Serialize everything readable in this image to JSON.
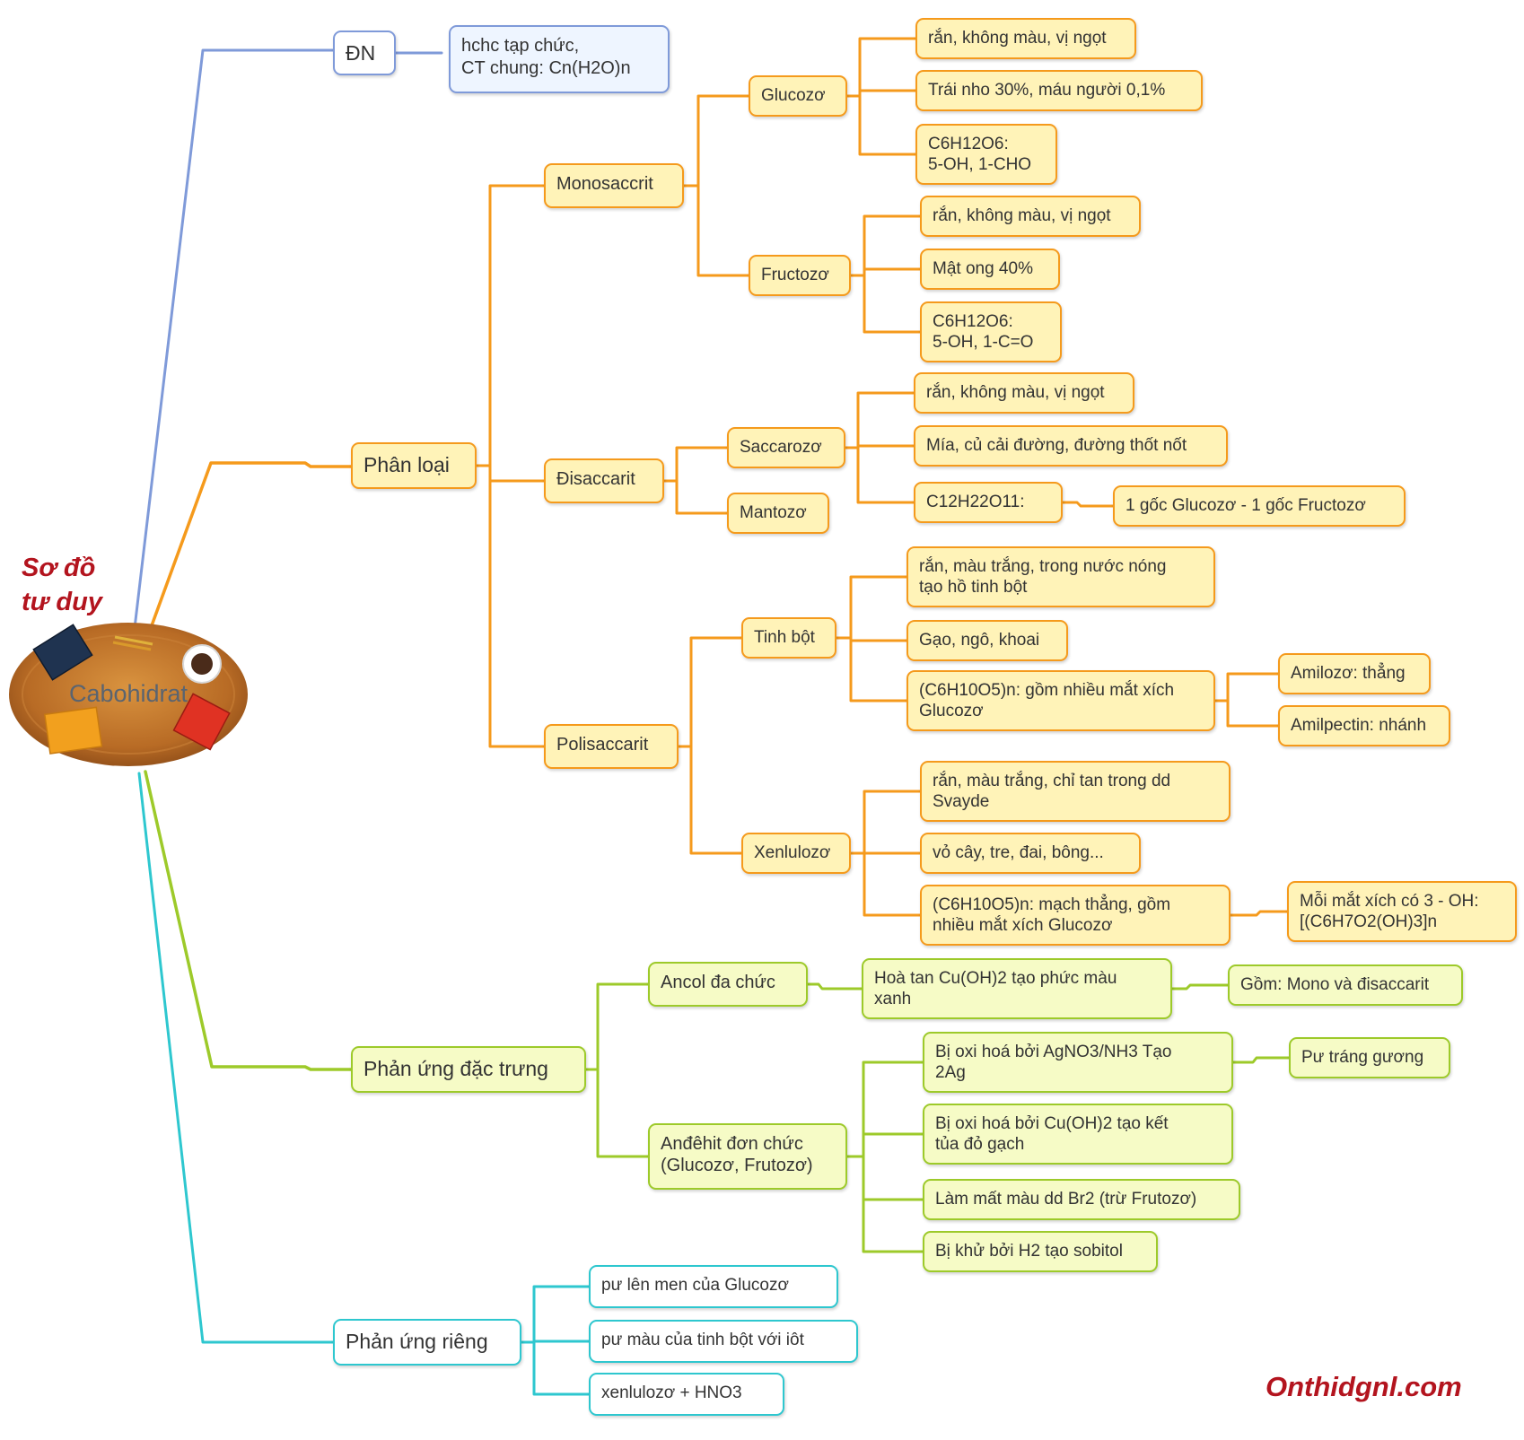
{
  "title": "Sơ đồ\ntư duy",
  "brand": "Onthidgnl.com",
  "center": "Cabohidrat",
  "colors": {
    "definition": "#7f9ad9",
    "classification": "#f59a1c",
    "reaction": "#9dca2a",
    "special": "#2ec7cf"
  },
  "definition": {
    "label": "ĐN",
    "text": "hchc tạp chức,\nCT chung: Cn(H2O)n"
  },
  "classification": {
    "label": "Phân loại",
    "mono": {
      "label": "Monosaccrit",
      "glucozo": {
        "label": "Glucozơ",
        "items": [
          "rắn, không màu, vị ngọt",
          "Trái nho 30%, máu người 0,1%",
          "C6H12O6:\n5-OH, 1-CHO"
        ]
      },
      "fructozo": {
        "label": "Fructozơ",
        "items": [
          "rắn, không màu, vị ngọt",
          "Mật ong 40%",
          "C6H12O6:\n5-OH, 1-C=O"
        ]
      }
    },
    "di": {
      "label": "Đisaccarit",
      "saccarozo": {
        "label": "Saccarozơ",
        "items": [
          "rắn, không màu, vị ngọt",
          "Mía, củ cải đường, đường thốt nốt",
          "C12H22O11:"
        ],
        "formula_detail": "1 gốc Glucozơ - 1 gốc Fructozơ"
      },
      "mantozo": {
        "label": "Mantozơ"
      }
    },
    "poli": {
      "label": "Polisaccarit",
      "tinhbot": {
        "label": "Tinh bột",
        "items": [
          "rắn, màu trắng, trong nước nóng\ntạo hồ tinh bột",
          "Gạo, ngô, khoai",
          "(C6H10O5)n: gồm nhiều mắt xích\nGlucozơ"
        ],
        "structure": [
          "Amilozơ: thẳng",
          "Amilpectin: nhánh"
        ]
      },
      "xenlulozo": {
        "label": "Xenlulozơ",
        "items": [
          "rắn, màu trắng, chỉ tan trong dd\nSvayde",
          "vỏ cây, tre, đai, bông...",
          "(C6H10O5)n: mạch thẳng, gồm\nnhiều mắt xích Glucozơ"
        ],
        "detail": "Mỗi mắt xích có 3 - OH:\n[(C6H7O2(OH)3]n"
      }
    }
  },
  "reactions": {
    "label": "Phản ứng đặc trưng",
    "ancol": {
      "label": "Ancol đa chức",
      "desc": "Hoà tan Cu(OH)2 tạo phức màu\nxanh",
      "note": "Gồm: Mono và đisaccarit"
    },
    "andehit": {
      "label": "Anđêhit đơn chức\n(Glucozơ, Frutozơ)",
      "items": [
        "Bị oxi hoá bởi AgNO3/NH3 Tạo\n2Ag",
        "Bị oxi hoá bởi Cu(OH)2 tạo kết\ntủa đỏ gạch",
        "Làm mất màu dd Br2 (trừ Frutozơ)",
        "Bị khử bởi H2 tạo sobitol"
      ],
      "note": "Pư tráng gương"
    }
  },
  "special": {
    "label": "Phản ứng riêng",
    "items": [
      "pư lên men của Glucozơ",
      "pư màu của tinh bột với iôt",
      "xenlulozơ + HNO3"
    ]
  }
}
